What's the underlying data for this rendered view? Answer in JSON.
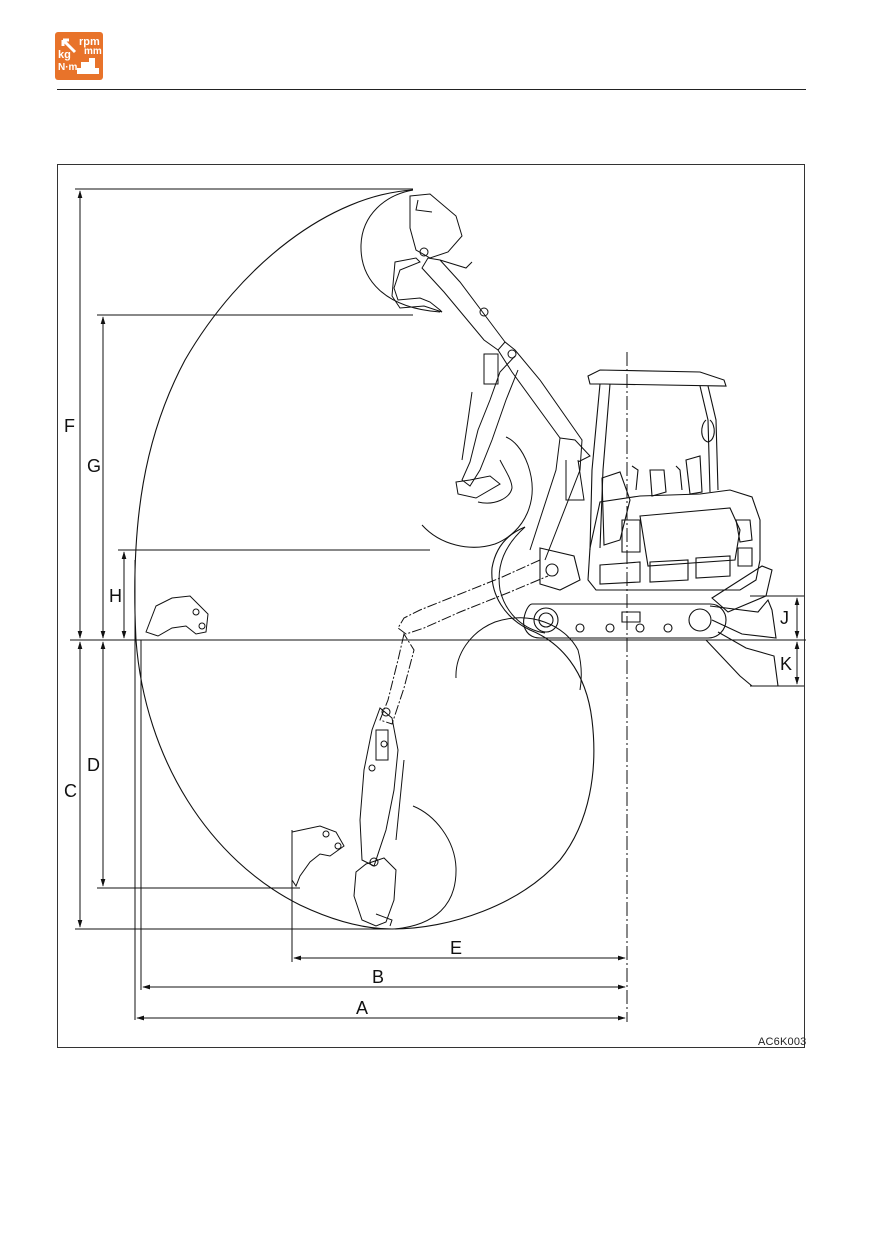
{
  "header": {
    "icon_name": "specifications-units-icon",
    "icon_color": "#e8732a",
    "icon_text": {
      "rpm": "rpm",
      "mm": "mm",
      "kg": "kg",
      "nm": "N·m"
    }
  },
  "figure": {
    "code": "AC6K003",
    "dimension_labels": {
      "a": "A",
      "b": "B",
      "c": "C",
      "d": "D",
      "e": "E",
      "f": "F",
      "g": "G",
      "h": "H",
      "j": "J",
      "k": "K"
    }
  }
}
